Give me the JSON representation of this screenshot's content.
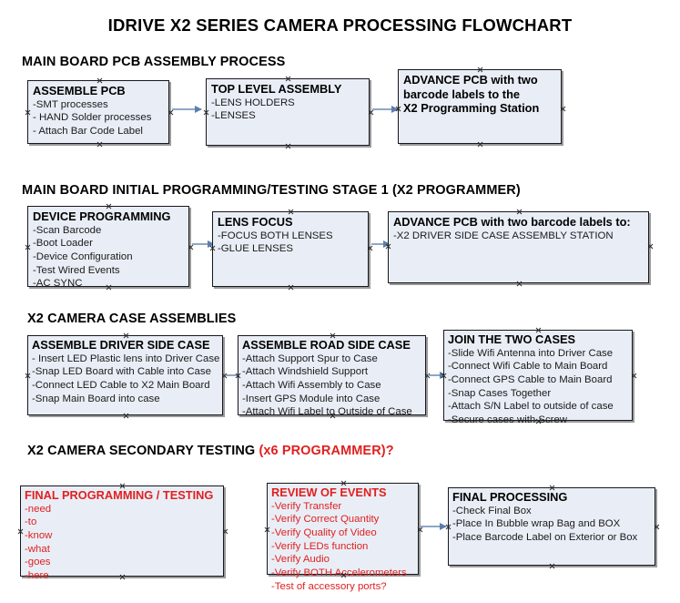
{
  "document": {
    "title": "IDRIVE X2  SERIES CAMERA PROCESSING FLOWCHART"
  },
  "theme": {
    "node_fill": "#e9eef6",
    "node_border": "#17171e",
    "connector": "#8fa8c4",
    "text": "#000000",
    "accent_red": "#e02020"
  },
  "sections": [
    {
      "id": "main-board-pcb-assembly-process",
      "heading": "MAIN BOARD PCB ASSEMBLY PROCESS",
      "heading_accent": "",
      "nodes": [
        {
          "id": "assemble-pcb",
          "title": "ASSEMBLE PCB",
          "color": "black",
          "lines": [
            "-SMT processes",
            "- HAND Solder processes",
            "- Attach Bar Code Label"
          ]
        },
        {
          "id": "top-level-assembly",
          "title": "TOP LEVEL ASSEMBLY",
          "color": "black",
          "lines": [
            "-LENS HOLDERS",
            "-LENSES"
          ]
        },
        {
          "id": "advance-pcb-x2-programming-station",
          "title": "ADVANCE PCB with two",
          "color": "black",
          "lines": [
            "barcode labels to the",
            " X2 Programming Station"
          ]
        }
      ]
    },
    {
      "id": "main-board-initial-programming-testing-stage-1",
      "heading": "MAIN BOARD INITIAL PROGRAMMING/TESTING STAGE 1 (X2 PROGRAMMER)",
      "heading_accent": "",
      "nodes": [
        {
          "id": "device-programming",
          "title": "DEVICE PROGRAMMING",
          "color": "black",
          "lines": [
            "-Scan Barcode",
            "-Boot Loader",
            "-Device Configuration",
            "-Test Wired Events",
            "-AC SYNC"
          ]
        },
        {
          "id": "lens-focus",
          "title": "LENS FOCUS",
          "color": "black",
          "lines": [
            "-FOCUS BOTH LENSES",
            "-GLUE LENSES"
          ]
        },
        {
          "id": "advance-pcb-driver-side-case-station",
          "title": "ADVANCE PCB with two barcode labels to:",
          "color": "black",
          "lines": [
            "-X2 DRIVER  SIDE  CASE  ASSEMBLY STATION"
          ]
        }
      ]
    },
    {
      "id": "x2-camera-case-assemblies",
      "heading": "X2 CAMERA CASE ASSEMBLIES",
      "heading_accent": "",
      "nodes": [
        {
          "id": "assemble-driver-side-case",
          "title": "ASSEMBLE DRIVER SIDE CASE",
          "color": "black",
          "lines": [
            "- Insert LED Plastic lens into Driver Case",
            "-Snap LED Board with Cable into Case",
            "-Connect LED Cable to X2 Main Board",
            "-Snap Main Board into case"
          ]
        },
        {
          "id": "assemble-road-side-case",
          "title": "ASSEMBLE ROAD SIDE CASE",
          "color": "black",
          "lines": [
            "-Attach Support Spur to Case",
            "-Attach Windshield Support",
            "-Attach Wifi Assembly to Case",
            "-Insert GPS Module into Case",
            "-Attach Wifi Label to Outside of Case"
          ]
        },
        {
          "id": "join-the-two-cases",
          "title": "JOIN THE TWO CASES",
          "color": "black",
          "lines": [
            "-Slide Wifi Antenna into Driver Case",
            "-Connect Wifi Cable to Main Board",
            "-Connect GPS Cable to Main Board",
            "-Snap Cases Together",
            "-Attach S/N Label to outside of case",
            "-Secure cases with Screw"
          ]
        }
      ]
    },
    {
      "id": "x2-camera-secondary-testing",
      "heading": "X2 CAMERA SECONDARY TESTING ",
      "heading_accent": "(x6 PROGRAMMER)?",
      "nodes": [
        {
          "id": "final-programming-testing",
          "title": "FINAL PROGRAMMING / TESTING",
          "color": "red",
          "lines": [
            "-need",
            "-to",
            "-know",
            "-what",
            "-goes",
            "-here"
          ]
        },
        {
          "id": "review-of-events",
          "title": "REVIEW OF EVENTS",
          "color": "red",
          "lines": [
            "-Verify Transfer",
            "-Verify Correct Quantity",
            "-Verify Quality of Video",
            "-Verify LEDs function",
            "-Verify Audio",
            "-Verify BOTH Accelerometers",
            "-Test of accessory ports?"
          ]
        },
        {
          "id": "final-processing",
          "title": "FINAL PROCESSING",
          "color": "black",
          "lines": [
            " -Check Final Box",
            "-Place In Bubble wrap Bag and BOX",
            "-Place Barcode Label on Exterior or Box"
          ]
        }
      ]
    }
  ]
}
